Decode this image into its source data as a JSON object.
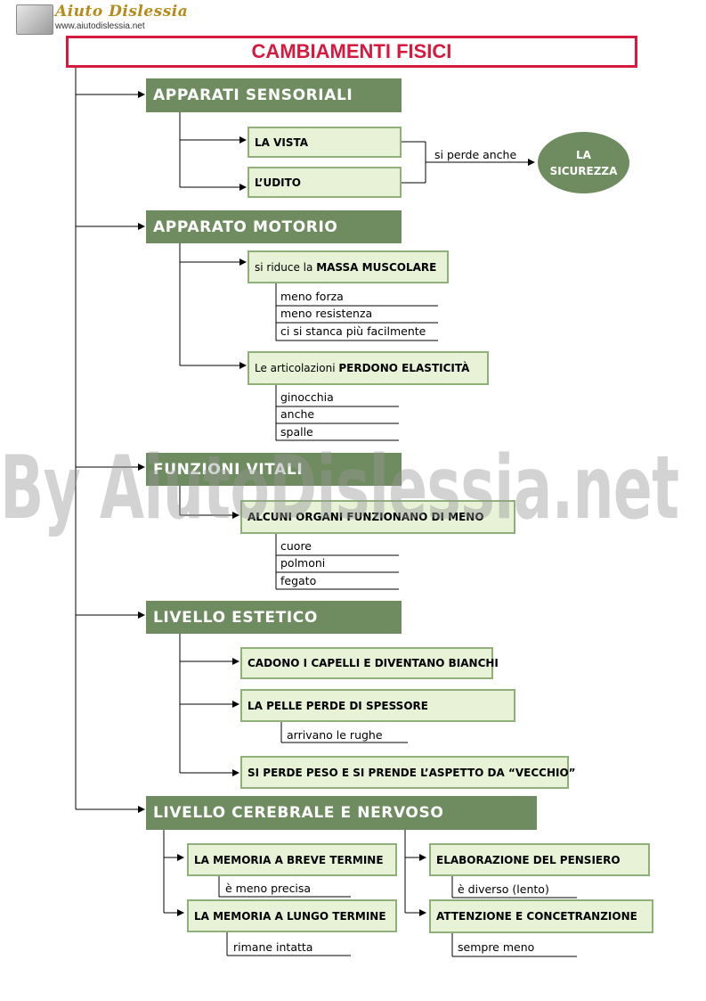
{
  "header": {
    "logo_text": "Aiuto Dislessia",
    "logo_url": "www.aiutodislessia.net"
  },
  "title": "CAMBIAMENTI FISICI",
  "watermark": "By AiutoDislessia.net",
  "sections": {
    "sensoriali": {
      "title": "APPARATI SENSORIALI",
      "vista": "LA VISTA",
      "udito": "L’UDITO",
      "connector": "si perde anche",
      "result": [
        "LA",
        "SICUREZZA"
      ]
    },
    "motorio": {
      "title": "APPARATO MOTORIO",
      "massa_pre": "si riduce la ",
      "massa_bold": "MASSA MUSCOLARE",
      "massa_items": [
        "meno forza",
        "meno resistenza",
        "ci si stanca più facilmente"
      ],
      "artic_pre": "Le articolazioni ",
      "artic_bold": "PERDONO ELASTICITÀ",
      "artic_items": [
        "ginocchia",
        "anche",
        "spalle"
      ]
    },
    "vitali": {
      "title": "FUNZIONI VITALI",
      "organi": "ALCUNI ORGANI FUNZIONANO DI MENO",
      "organi_items": [
        "cuore",
        "polmoni",
        "fegato"
      ]
    },
    "estetico": {
      "title": "LIVELLO ESTETICO",
      "capelli": "CADONO I CAPELLI E DIVENTANO BIANCHI",
      "pelle": "LA PELLE PERDE DI SPESSORE",
      "pelle_item": "arrivano le rughe",
      "peso": "SI PERDE PESO E SI PRENDE L’ASPETTO DA “VECCHIO”"
    },
    "cerebrale": {
      "title": "LIVELLO CEREBRALE E NERVOSO",
      "breve": "LA MEMORIA A BREVE TERMINE",
      "breve_item": "è meno precisa",
      "lungo": "LA MEMORIA A LUNGO TERMINE",
      "lungo_item": "rimane intatta",
      "pensiero": "ELABORAZIONE DEL PENSIERO",
      "pensiero_item": "è diverso (lento)",
      "attenzione": "ATTENZIONE E CONCETRANZIONE",
      "attenzione_item": "sempre meno"
    }
  },
  "colors": {
    "main_box": "#6e8c5f",
    "sub_box_fill": "#e7f2d7",
    "sub_box_border": "#8fb079",
    "title_red": "#d6193e"
  }
}
